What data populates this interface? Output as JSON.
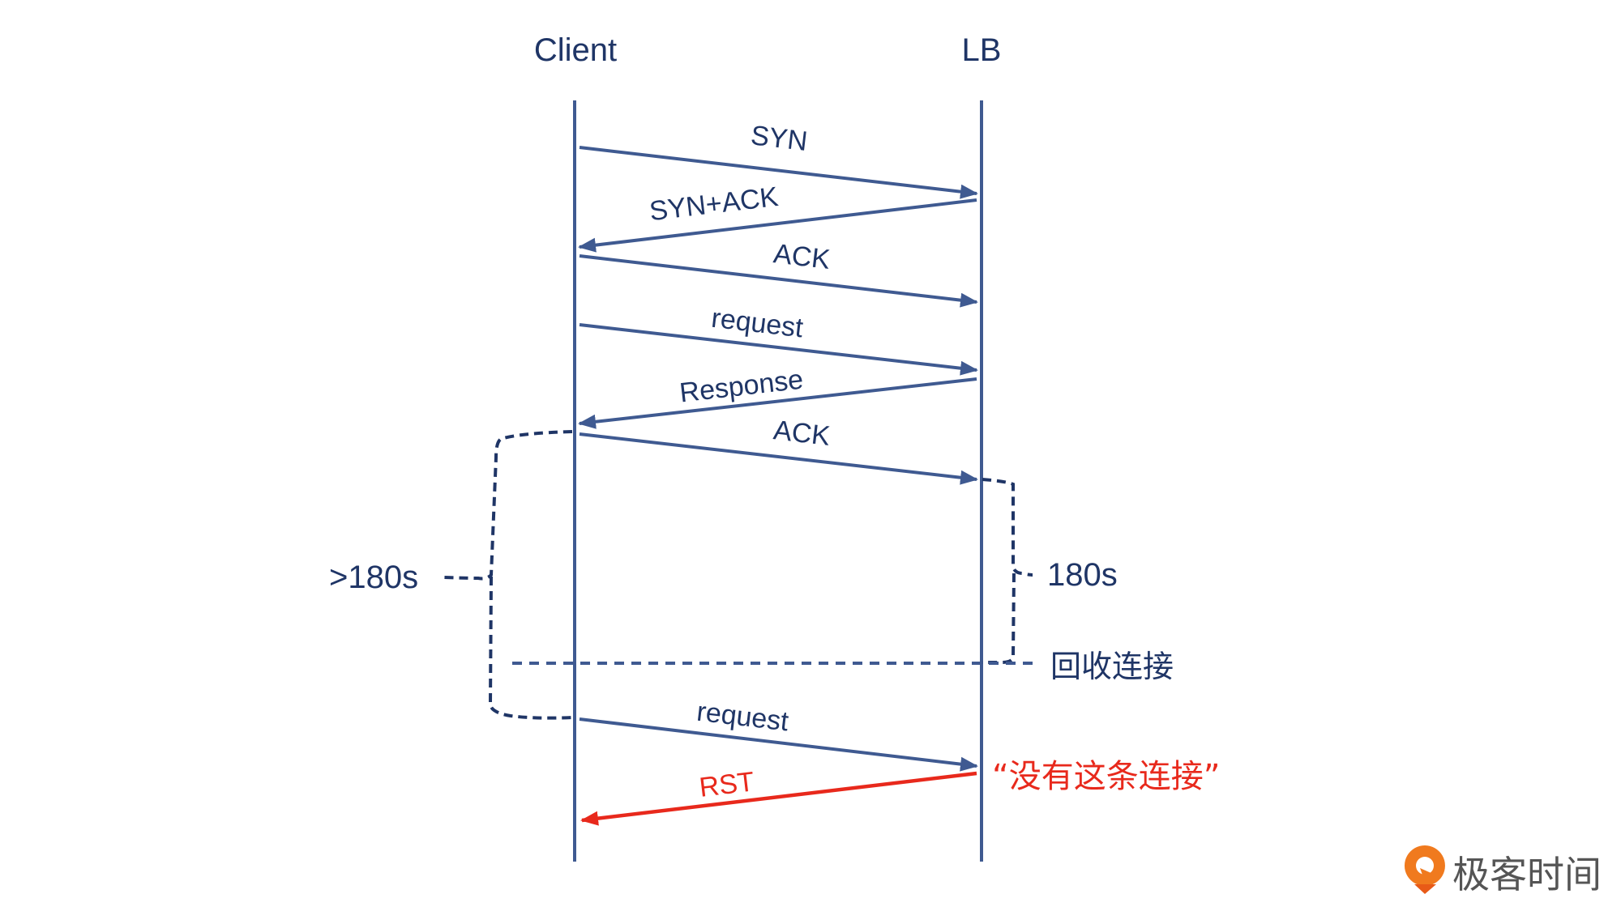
{
  "participants": {
    "client": "Client",
    "lb": "LB"
  },
  "messages": [
    {
      "label": "SYN",
      "from": "client",
      "to": "lb",
      "color": "#3f5a91"
    },
    {
      "label": "SYN+ACK",
      "from": "lb",
      "to": "client",
      "color": "#3f5a91"
    },
    {
      "label": "ACK",
      "from": "client",
      "to": "lb",
      "color": "#3f5a91"
    },
    {
      "label": "request",
      "from": "client",
      "to": "lb",
      "color": "#3f5a91"
    },
    {
      "label": "Response",
      "from": "lb",
      "to": "client",
      "color": "#3f5a91"
    },
    {
      "label": "ACK",
      "from": "client",
      "to": "lb",
      "color": "#3f5a91"
    },
    {
      "label": "request",
      "from": "client",
      "to": "lb",
      "color": "#3f5a91"
    },
    {
      "label": "RST",
      "from": "lb",
      "to": "client",
      "color": "#e8291c"
    }
  ],
  "annotations": {
    "client_timeout": ">180s",
    "lb_timeout": "180s",
    "reclaim": "回收连接",
    "no_connection": "“没有这条连接”"
  },
  "colors": {
    "text": "#1f3566",
    "line": "#3f5a91",
    "error": "#e8291c",
    "logo_orange": "#f07a1e",
    "logo_text": "#555555"
  },
  "logo": {
    "text": "极客时间",
    "icon": "geektime-logo-icon"
  }
}
